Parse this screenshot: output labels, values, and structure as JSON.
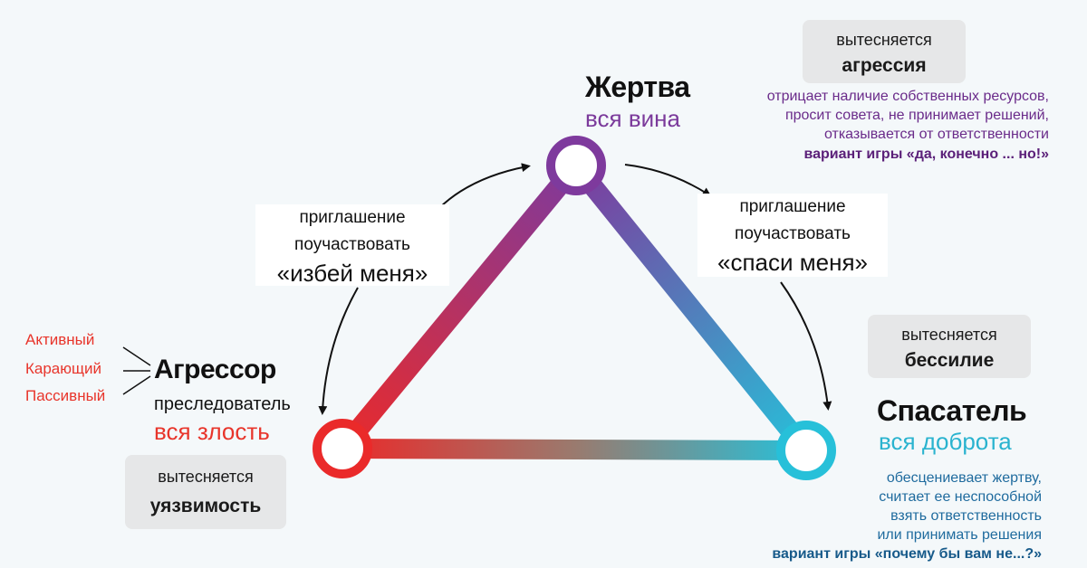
{
  "victim": {
    "name": "Жертва",
    "subtitle": "вся вина",
    "suppressed_label": "вытесняется",
    "suppressed_value": "агрессия",
    "description": [
      "отрицает наличие собственных ресурсов,",
      "просит совета, не принимает решений,",
      "отказывается от ответственности"
    ],
    "game": "вариант игры «да, конечно ... но!»"
  },
  "aggressor": {
    "name": "Агрессор",
    "role": "преследователь",
    "subtitle": "вся злость",
    "types": [
      "Активный",
      "Карающий",
      "Пассивный"
    ],
    "suppressed_label": "вытесняется",
    "suppressed_value": "уязвимость"
  },
  "rescuer": {
    "name": "Спасатель",
    "subtitle": "вся доброта",
    "suppressed_label": "вытесняется",
    "suppressed_value": "бессилие",
    "description": [
      "обесцениевает жертву,",
      "считает ее неспособной",
      "взять ответственность",
      "или принимать решения"
    ],
    "game": "вариант игры «почему бы вам не...?»"
  },
  "invite_left": {
    "line1": "приглашение",
    "line2": "поучаствовать",
    "phrase": "«избей меня»"
  },
  "invite_right": {
    "line1": "приглашение",
    "line2": "поучаствовать",
    "phrase": "«спаси меня»"
  },
  "colors": {
    "victim": "#7b3a9b",
    "aggressor": "#e8352b",
    "rescuer": "#2ab3cf"
  }
}
